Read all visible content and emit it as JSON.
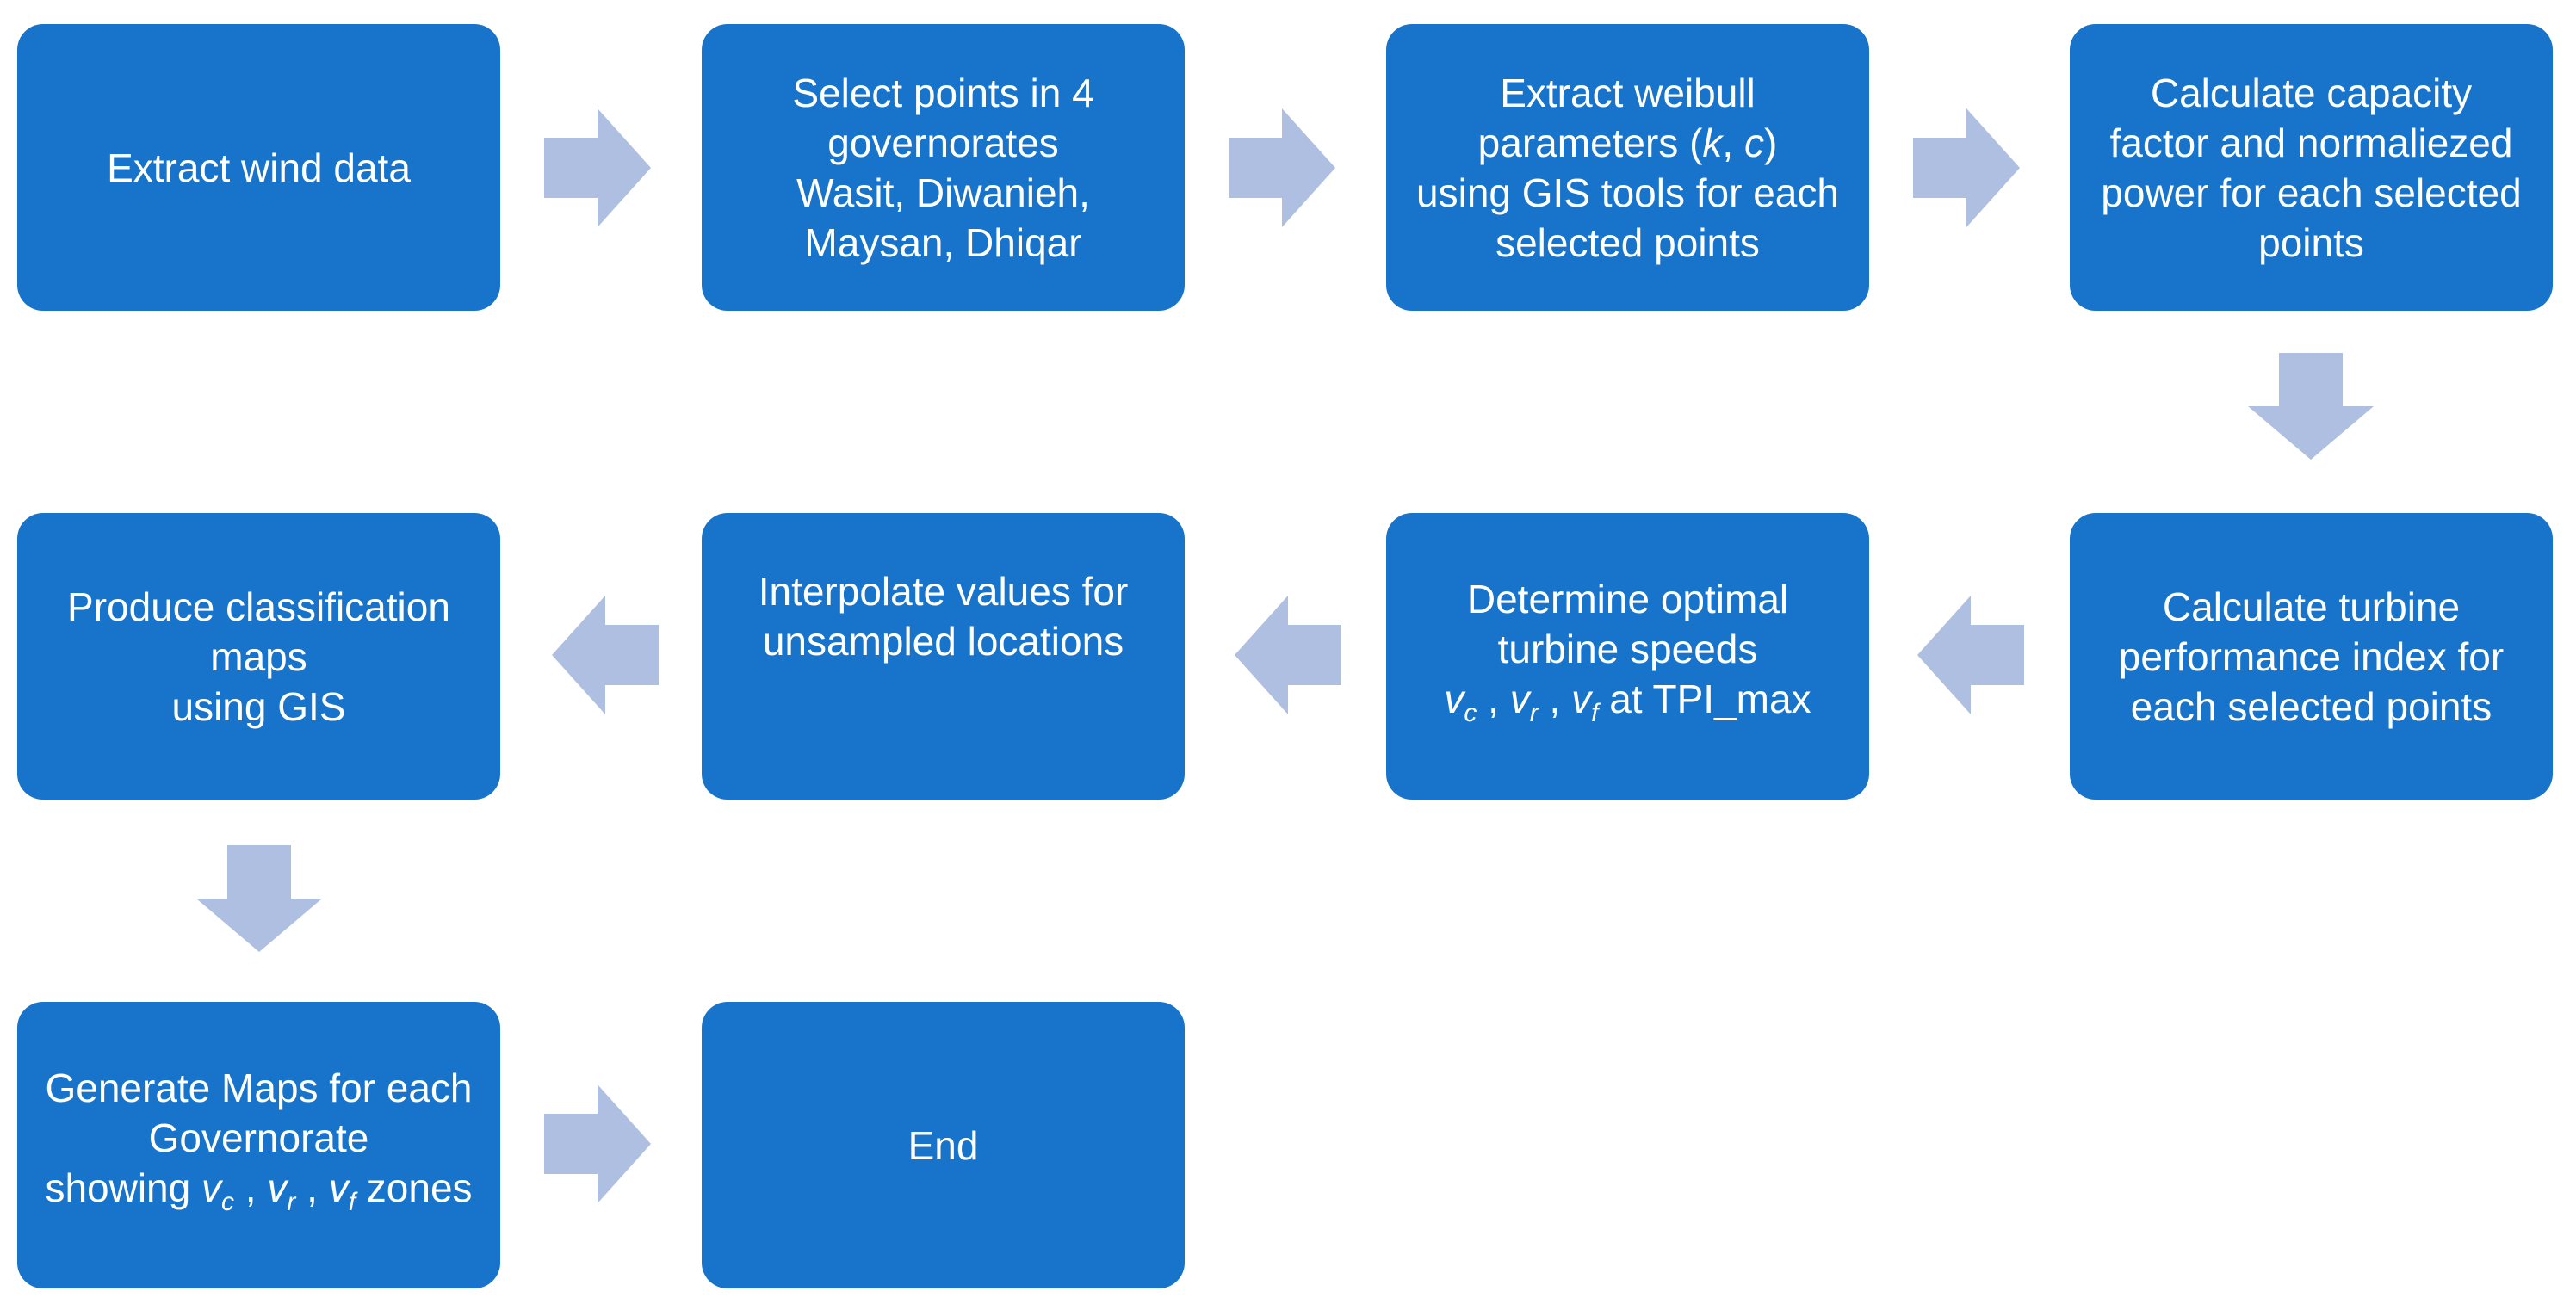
{
  "flowchart": {
    "extract_wind": {
      "line1": "Extract wind data"
    },
    "select_points": {
      "line1": "Select points in 4",
      "line2": "governorates",
      "line3": "Wasit, Diwanieh,",
      "line4": "Maysan, Dhiqar"
    },
    "weibull": {
      "line1": "Extract weibull",
      "line2_pre": "parameters (",
      "k": "k",
      "sep": ", ",
      "c": "c",
      "line2_post": ")",
      "line3": "using GIS tools for each",
      "line4": "selected points"
    },
    "capacity": {
      "line1": "Calculate capacity",
      "line2": "factor and normaliezed",
      "line3": "power for each selected",
      "line4": "points"
    },
    "tpi": {
      "line1": "Calculate turbine",
      "line2": "performance index for",
      "line3": "each selected points"
    },
    "optimal": {
      "line1": "Determine optimal",
      "line2": "turbine speeds",
      "v": "v",
      "sub_c": "c",
      "sub_r": "r",
      "sub_f": "f",
      "comma": " , ",
      "line3_post": " at TPI_max"
    },
    "interpolate": {
      "line1": "Interpolate values for",
      "line2": "unsampled locations"
    },
    "classify": {
      "line1": "Produce classification",
      "line2": "maps",
      "line3": "using GIS"
    },
    "generate": {
      "line1": "Generate Maps for each",
      "line2": "Governorate",
      "line3_pre": "showing ",
      "v": "v",
      "sub_c": "c",
      "sub_r": "r",
      "sub_f": "f",
      "comma": " , ",
      "line3_post": " zones"
    },
    "end": {
      "line1": "End"
    }
  },
  "colors": {
    "box_fill": "#1874CA",
    "box_text": "#FFFFFF",
    "arrow_fill": "#AFBFE1",
    "background": "#FFFFFF"
  },
  "icons": [
    "arrow-right-icon",
    "arrow-down-icon",
    "arrow-left-icon"
  ]
}
